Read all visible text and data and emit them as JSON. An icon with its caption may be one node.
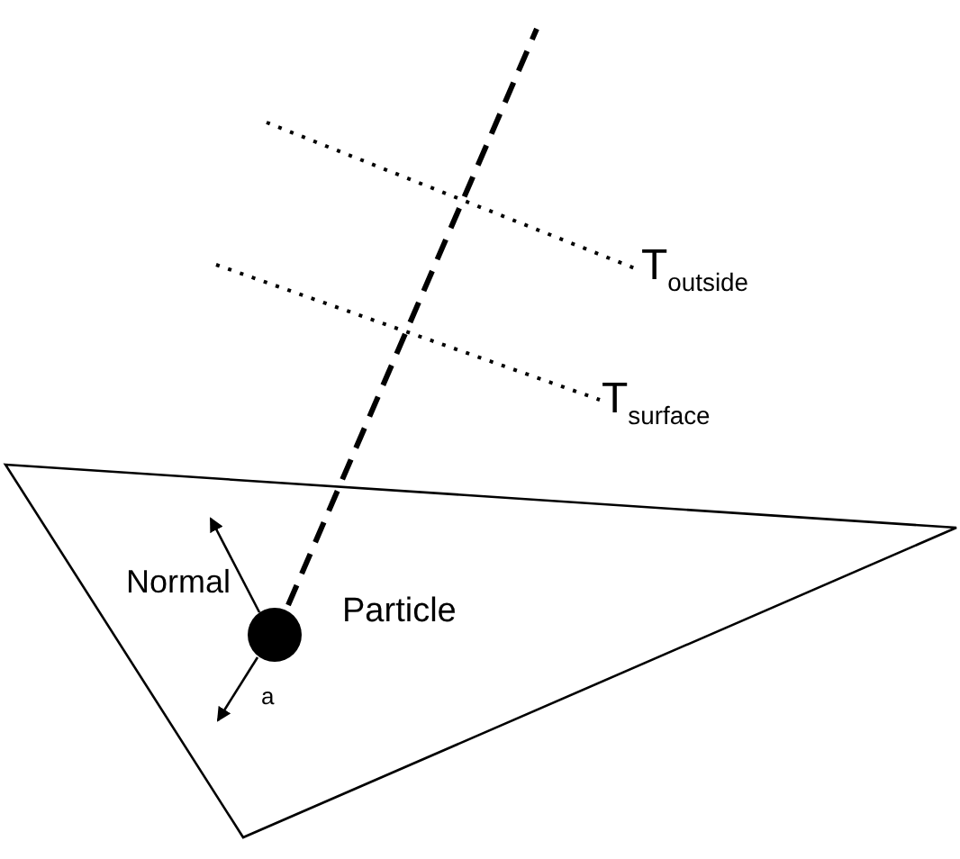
{
  "diagram": {
    "nodes": [
      {
        "text": [],
        "shape": "triangle"
      },
      {
        "text": [],
        "shape": "circle",
        "in": 0,
        "beside": [
          "Particle"
        ]
      }
    ],
    "edges": [],
    "labels": [
      "T$_{outside}$",
      "T$_{surface}$",
      "Normal",
      "a"
    ]
  }
}
